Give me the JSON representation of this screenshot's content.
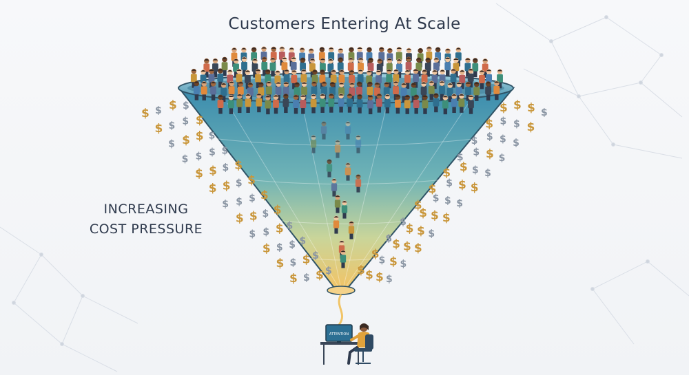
{
  "title": "Customers Entering At Scale",
  "side_label": {
    "line1": "INCREASING",
    "line2": "COST PRESSURE"
  },
  "monitor_text": "ATTENTION",
  "symbols": {
    "currency": "$"
  },
  "colors": {
    "text": "#2f3a4d",
    "funnel_top": "#3d8fb0",
    "funnel_bottom": "#f1c467",
    "dollar_gold": "#c9963a",
    "dollar_gray": "#8a95a3",
    "network_line": "#d6dbe3"
  }
}
